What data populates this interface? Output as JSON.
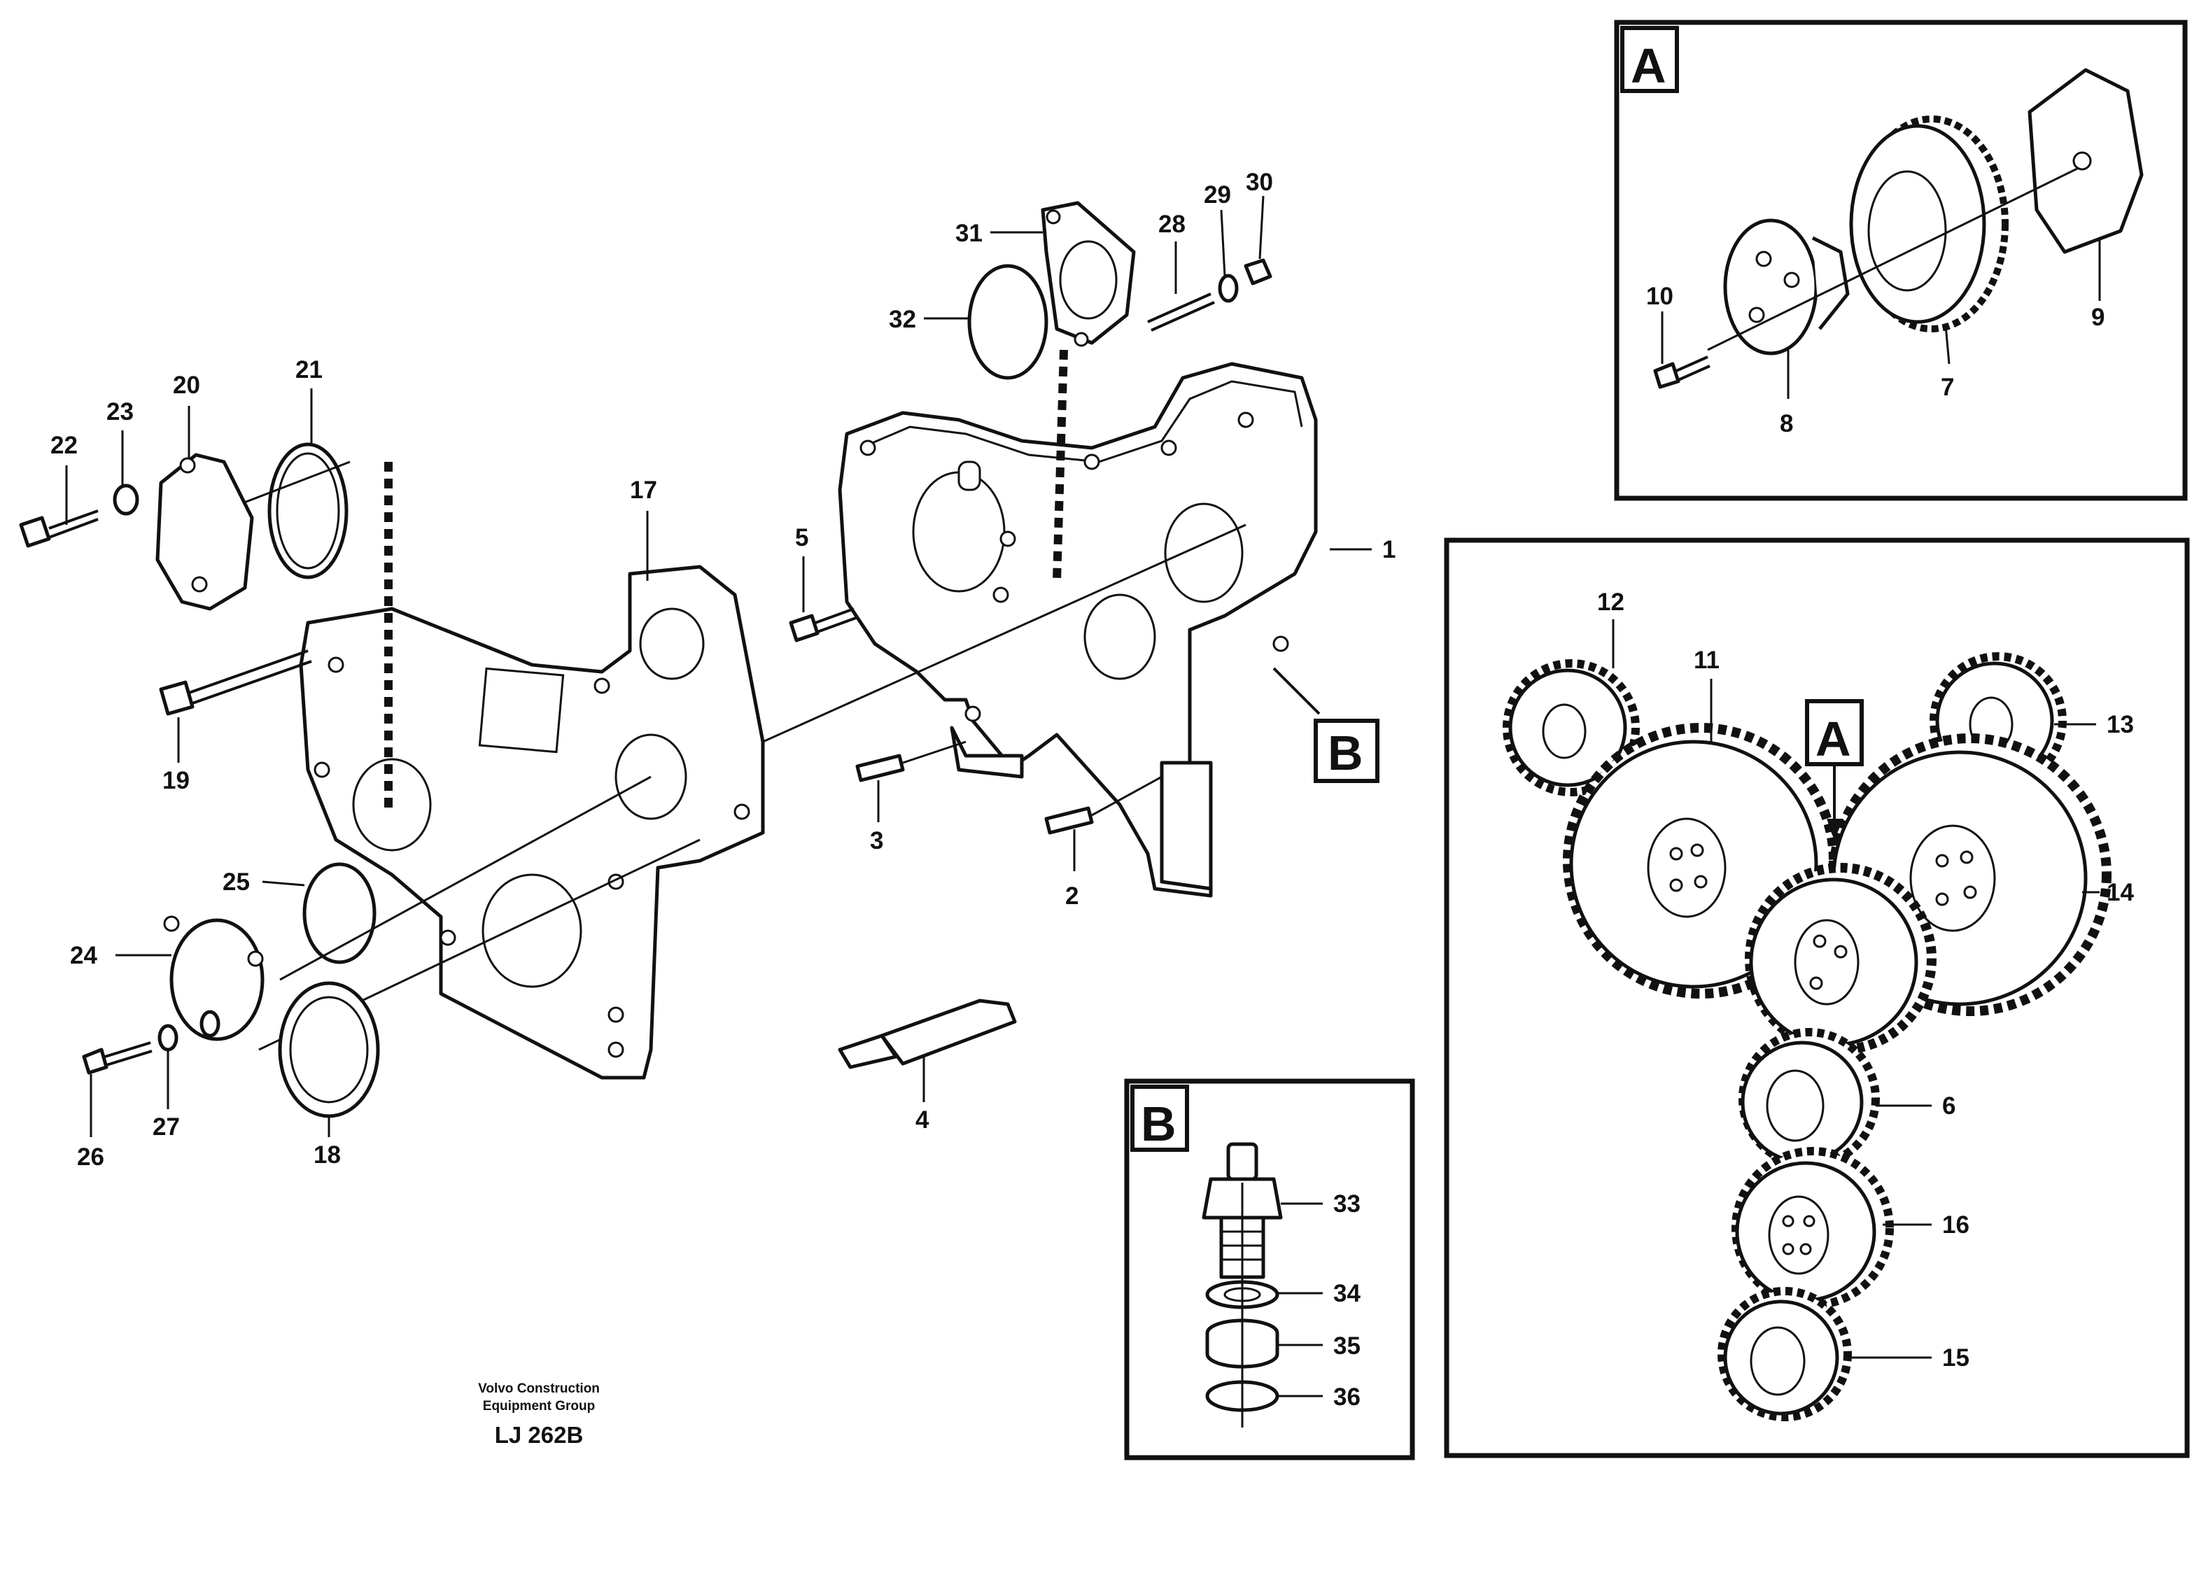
{
  "diagram": {
    "caption": {
      "line1": "Volvo Construction",
      "line2": "Equipment Group",
      "code": "LJ 262B"
    },
    "detail_labels": {
      "a": "A",
      "b": "B"
    },
    "callouts": {
      "c1": "1",
      "c2": "2",
      "c3": "3",
      "c4": "4",
      "c5": "5",
      "c6": "6",
      "c7": "7",
      "c8": "8",
      "c9": "9",
      "c10": "10",
      "c11": "11",
      "c12": "12",
      "c13": "13",
      "c14": "14",
      "c15": "15",
      "c16": "16",
      "c17": "17",
      "c18": "18",
      "c19": "19",
      "c20": "20",
      "c21": "21",
      "c22": "22",
      "c23": "23",
      "c24": "24",
      "c25": "25",
      "c26": "26",
      "c27": "27",
      "c28": "28",
      "c29": "29",
      "c30": "30",
      "c31": "31",
      "c32": "32",
      "c33": "33",
      "c34": "34",
      "c35": "35",
      "c36": "36"
    }
  }
}
